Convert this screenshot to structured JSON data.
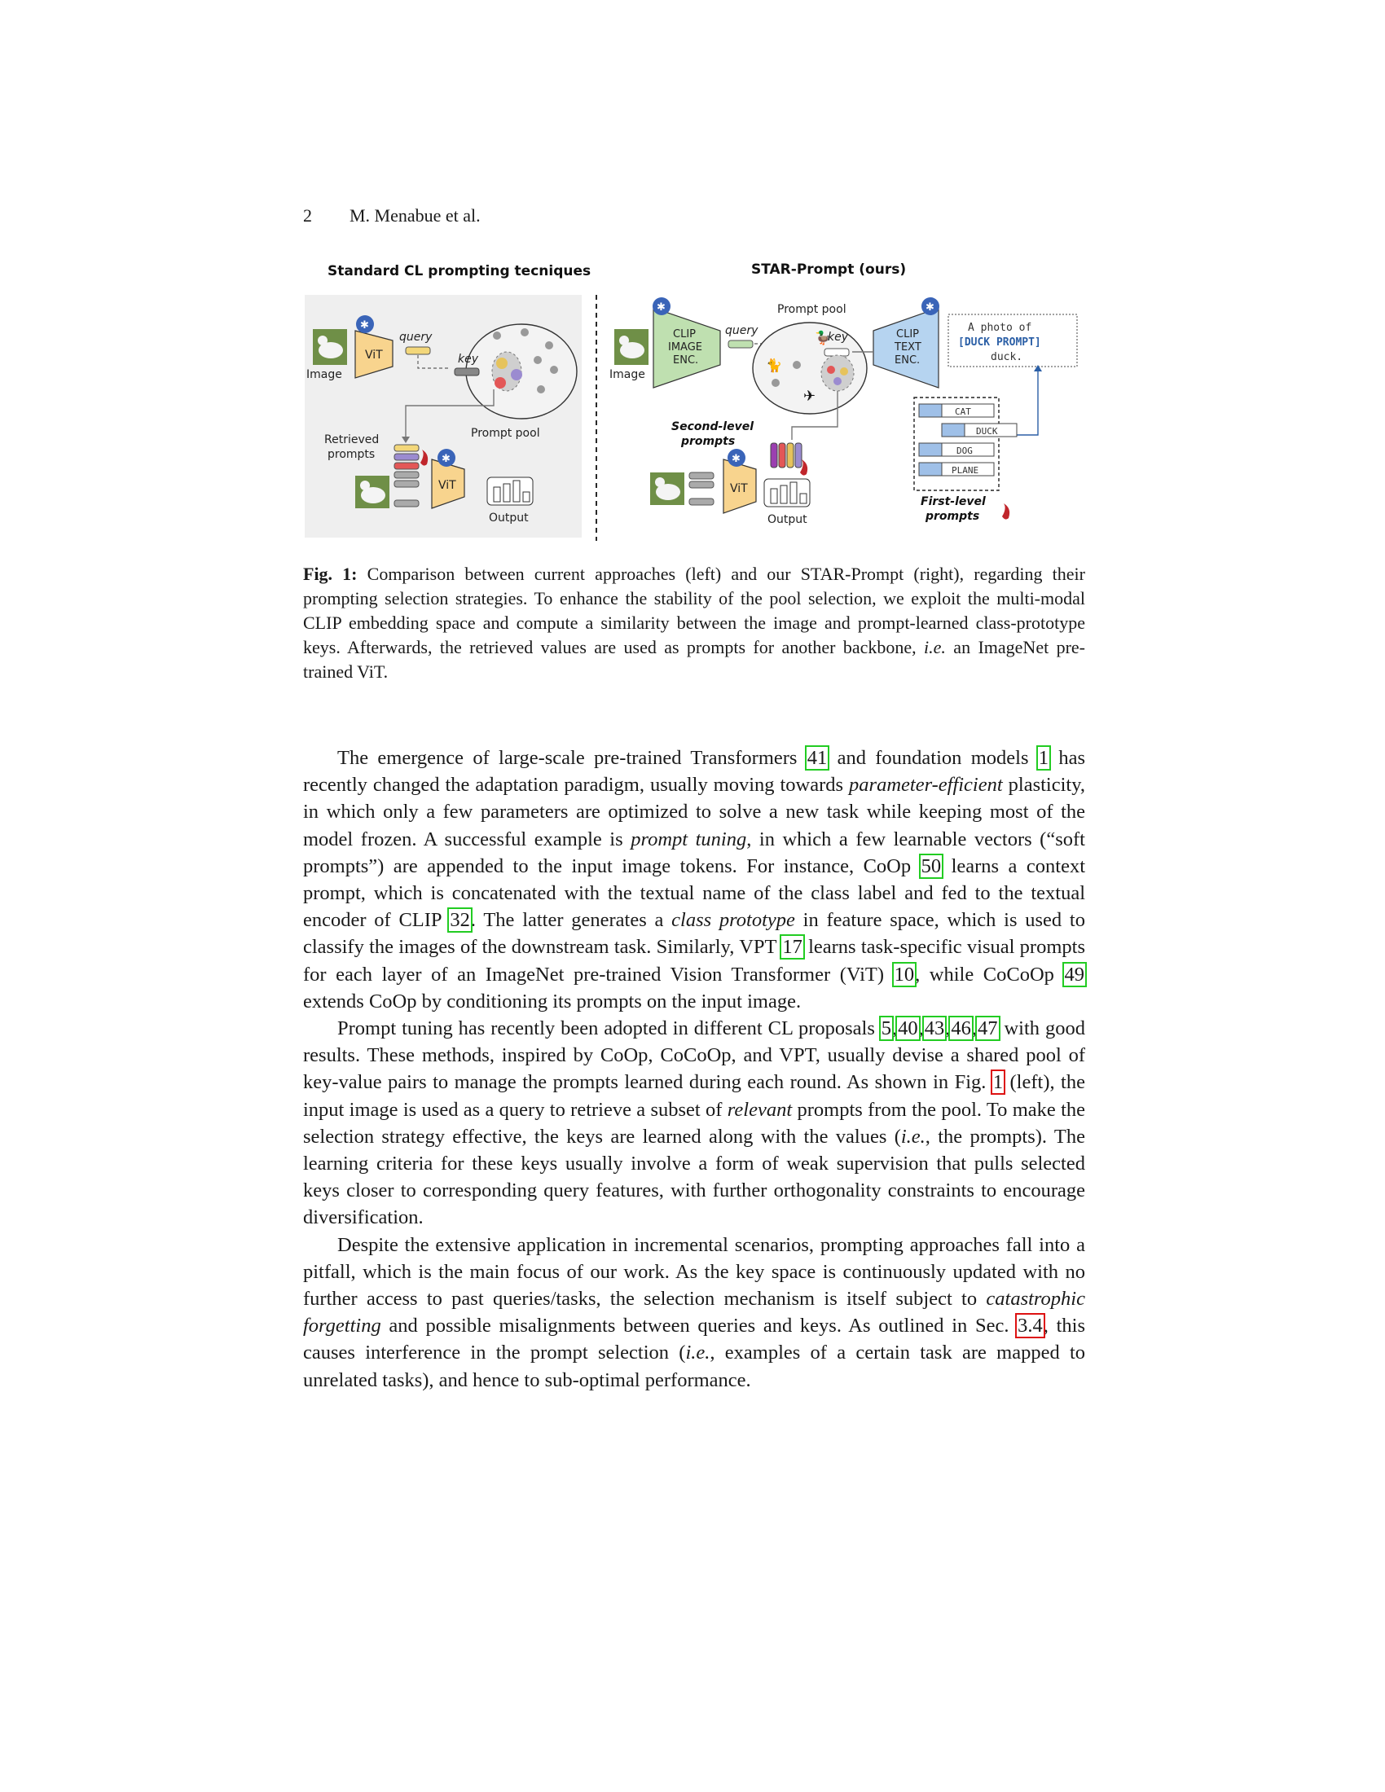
{
  "header": {
    "page_number": "2",
    "authors": "M. Menabue et al."
  },
  "figure": {
    "left_title": "Standard CL prompting tecniques",
    "right_title": "STAR-Prompt (ours)",
    "left": {
      "image_label": "Image",
      "vit_label": "ViT",
      "query_label": "query",
      "key_label": "key",
      "pool_label": "Prompt pool",
      "retrieved_label_1": "Retrieved",
      "retrieved_label_2": "prompts",
      "output_label": "Output"
    },
    "right": {
      "image_label": "Image",
      "clip_image_1": "CLIP",
      "clip_image_2": "IMAGE",
      "clip_image_3": "ENC.",
      "query_label": "query",
      "pool_label": "Prompt pool",
      "key_label": "key",
      "clip_text_1": "CLIP",
      "clip_text_2": "TEXT",
      "clip_text_3": "ENC.",
      "text_template_1": "A photo of",
      "text_template_2": "[DUCK PROMPT]",
      "text_template_3": "duck.",
      "second_level_1": "Second-level",
      "second_level_2": "prompts",
      "vit_label": "ViT",
      "output_label": "Output",
      "classes": [
        "CAT",
        "DUCK",
        "DOG",
        "PLANE"
      ],
      "first_level_1": "First-level",
      "first_level_2": "prompts"
    }
  },
  "caption": {
    "label": "Fig. 1:",
    "text": " Comparison between current approaches (left) and our STAR-Prompt (right), regarding their prompting selection strategies. To enhance the stability of the pool selection, we exploit the multi-modal CLIP embedding space and compute a similarity between the image and prompt-learned class-prototype keys. Afterwards, the retrieved values are used as prompts for another backbone, ",
    "ie": "i.e.",
    "tail": " an ImageNet pre-trained ViT."
  },
  "paragraphs": {
    "p1": {
      "a": "The emergence of large-scale pre-trained Transformers ",
      "c1": "41",
      "b": " and foundation models ",
      "c2": "1",
      "c": " has recently changed the adaptation paradigm, usually moving towards ",
      "i1": "parameter-efficient",
      "d": " plasticity, in which only a few parameters are optimized to solve a new task while keeping most of the model frozen. A successful example is ",
      "i2": "prompt tuning",
      "e": ", in which a few learnable vectors (“soft prompts”) are appended to the input image tokens. For instance, CoOp ",
      "c3": "50",
      "f": " learns a context prompt, which is concatenated with the textual name of the class label and fed to the textual encoder of CLIP ",
      "c4": "32",
      "g": ". The latter generates a ",
      "i3": "class prototype",
      "h": " in feature space, which is used to classify the images of the downstream task. Similarly, VPT ",
      "c5": "17",
      "j": " learns task-specific visual prompts for each layer of an ImageNet pre-trained Vision Transformer (ViT) ",
      "c6": "10",
      "k": ", while CoCoOp ",
      "c7": "49",
      "l": " extends CoOp by conditioning its prompts on the input image."
    },
    "p2": {
      "a": "Prompt tuning has recently been adopted in different CL proposals ",
      "c1": "5",
      "s1": ",",
      "c2": "40",
      "s2": ",",
      "c3": "43",
      "s3": ",",
      "c4": "46",
      "s4": ",",
      "c5": "47",
      "b": " with good results. These methods, inspired by CoOp, CoCoOp, and VPT, usually devise a shared pool of key-value pairs to manage the prompts learned during each round. As shown in Fig. ",
      "r1": "1",
      "c": " (left), the input image is used as a query to retrieve a subset of ",
      "i1": "relevant",
      "d": " prompts from the pool. To make the selection strategy effective, the keys are learned along with the values (",
      "i2": "i.e.",
      "e": ", the prompts). The learning criteria for these keys usually involve a form of weak supervision that pulls selected keys closer to corresponding query features, with further orthogonality constraints to encourage diversification."
    },
    "p3": {
      "a": "Despite the extensive application in incremental scenarios, prompting approaches fall into a pitfall, which is the main focus of our work. As the key space is continuously updated with no further access to past queries/tasks, the selection mechanism is itself subject to ",
      "i1": "catastrophic forgetting",
      "b": " and possible misalignments between queries and keys. As outlined in Sec. ",
      "r1": "3.4",
      "c": ", this causes interference in the prompt selection (",
      "i2": "i.e.",
      "d": ", examples of a certain task are mapped to unrelated tasks), and hence to sub-optimal performance."
    }
  }
}
